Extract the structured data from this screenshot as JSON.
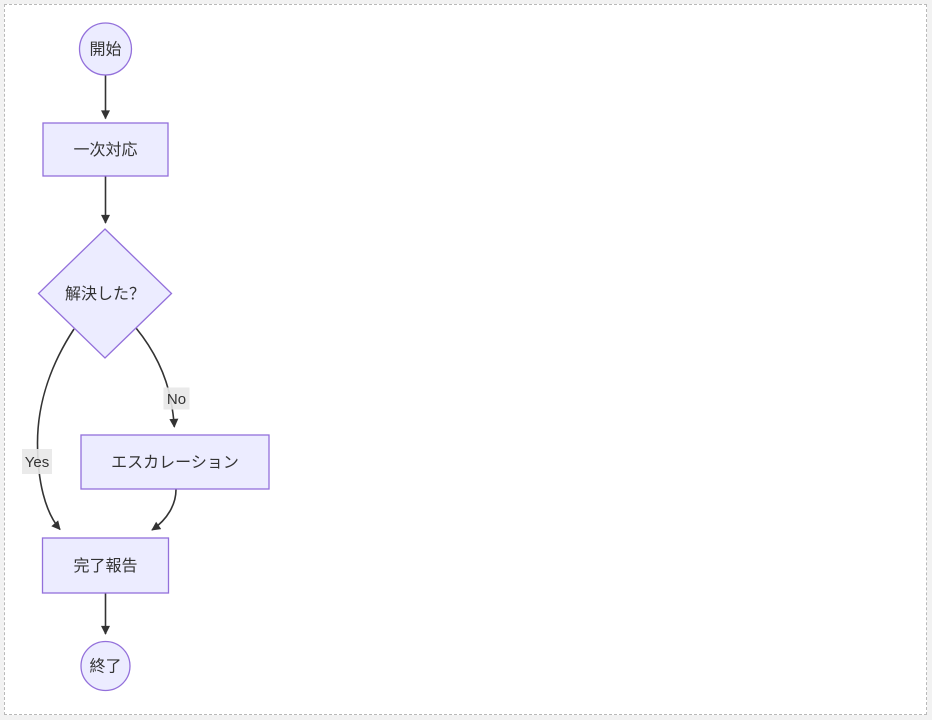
{
  "diagram": {
    "type": "flowchart",
    "direction": "top-down",
    "nodes": [
      {
        "id": "start",
        "shape": "circle",
        "label": "開始"
      },
      {
        "id": "primary",
        "shape": "rect",
        "label": "一次対応"
      },
      {
        "id": "decision",
        "shape": "diamond",
        "label": "解決した？"
      },
      {
        "id": "escalation",
        "shape": "rect",
        "label": "エスカレーション"
      },
      {
        "id": "report",
        "shape": "rect",
        "label": "完了報告"
      },
      {
        "id": "end",
        "shape": "circle",
        "label": "終了"
      }
    ],
    "edges": [
      {
        "from": "start",
        "to": "primary",
        "label": ""
      },
      {
        "from": "primary",
        "to": "decision",
        "label": ""
      },
      {
        "from": "decision",
        "to": "report",
        "label": "Yes"
      },
      {
        "from": "decision",
        "to": "escalation",
        "label": "No"
      },
      {
        "from": "escalation",
        "to": "report",
        "label": ""
      },
      {
        "from": "report",
        "to": "end",
        "label": ""
      }
    ],
    "colors": {
      "node_fill": "#ECECFF",
      "node_border": "#9370DB",
      "edge": "#333333",
      "edge_label_bg": "#e8e8e8",
      "text": "#333333",
      "page_border": "#b9b9b9",
      "background": "#ffffff"
    }
  }
}
